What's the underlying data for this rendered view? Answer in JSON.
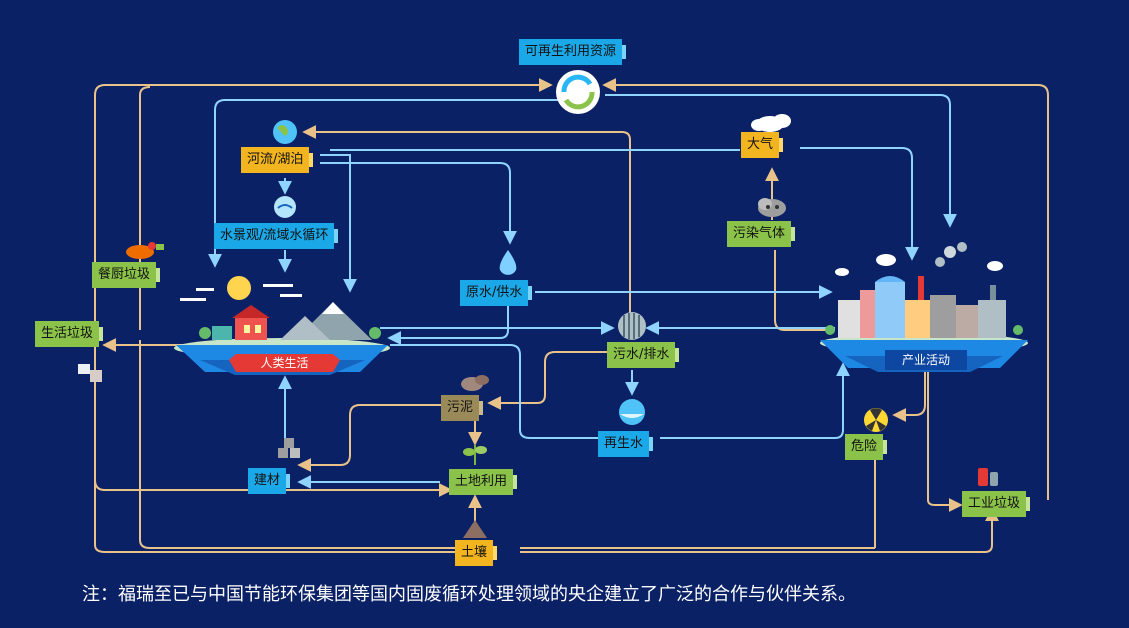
{
  "nodes": {
    "renewable": "可再生利用资源",
    "rivers": "河流/湖泊",
    "water_landscape": "水景观/流域水循环",
    "kitchen_waste": "餐厨垃圾",
    "domestic_waste": "生活垃圾",
    "raw_water": "原水/供水",
    "atmosphere": "大气",
    "pollutant_gas": "污染气体",
    "sewage": "污水/排水",
    "sludge": "污泥",
    "reclaimed_water": "再生水",
    "building_material": "建材",
    "land_use": "土地利用",
    "soil": "土壤",
    "hazardous": "危险",
    "industrial_waste": "工业垃圾"
  },
  "islands": {
    "human_life": "人类生活",
    "industry": "产业活动"
  },
  "footnote": "注：福瑞至已与中国节能环保集团等国内固废循环处理领域的央企建立了广泛的合作与伙伴关系。",
  "colors": {
    "background": "#0b2166",
    "flow_line": "#e9c28a",
    "water_line": "#8fd3ff",
    "blue_node": "#1aa8e8",
    "green_node": "#8bc34a",
    "yellow_node": "#f3b51f",
    "brown_node": "#9a8a5a"
  }
}
